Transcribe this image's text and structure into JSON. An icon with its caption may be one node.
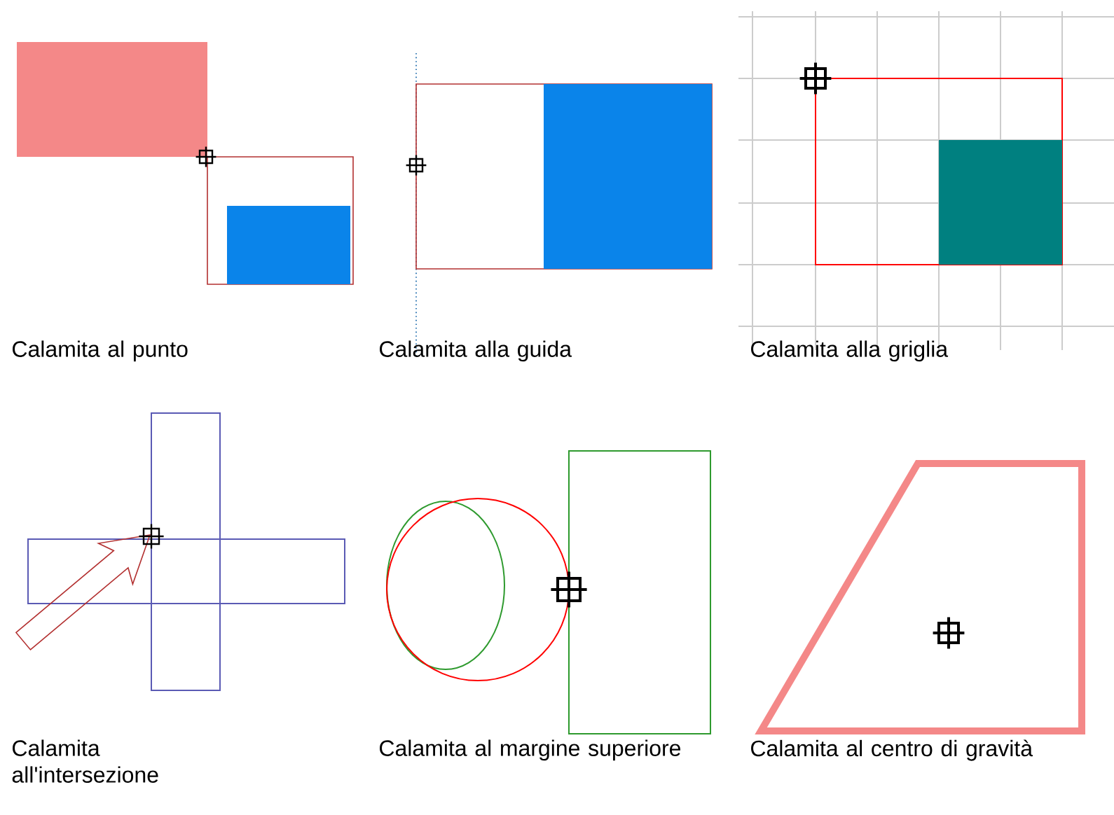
{
  "diagram": {
    "labels": [
      "Calamita al punto",
      "Calamita alla guida",
      "Calamita alla griglia",
      "Calamita all'intersezione",
      "Calamita al margine superiore",
      "Calamita al centro di gravità"
    ]
  }
}
